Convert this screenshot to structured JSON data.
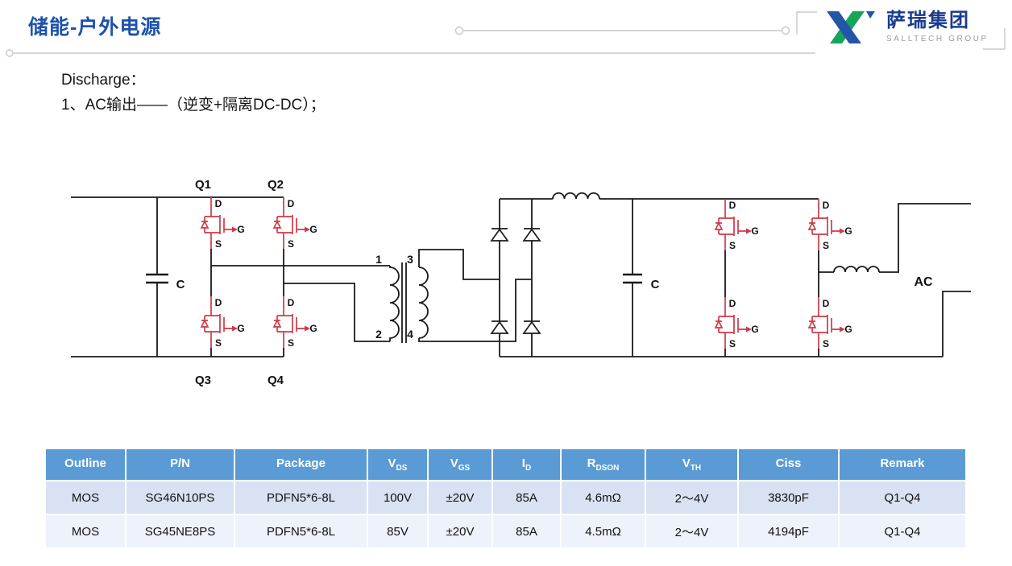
{
  "header": {
    "title": "储能-户外电源",
    "logo": {
      "name": "萨瑞集团",
      "subtitle": "SALLTECH GROUP"
    }
  },
  "content": {
    "line1": "Discharge：",
    "line2": "1、AC输出——（逆变+隔离DC-DC）；"
  },
  "circuit": {
    "pins": {
      "d": "D",
      "g": "G",
      "s": "S"
    },
    "labels": {
      "q1": "Q1",
      "q2": "Q2",
      "q3": "Q3",
      "q4": "Q4",
      "input_cap": "C",
      "bus_cap": "C",
      "ac_out": "AC",
      "p1": "1",
      "p2": "2",
      "p3": "3",
      "p4": "4"
    }
  },
  "table": {
    "headers": [
      {
        "main": "Outline",
        "sub": ""
      },
      {
        "main": "P/N",
        "sub": ""
      },
      {
        "main": "Package",
        "sub": ""
      },
      {
        "main": "V",
        "sub": "DS"
      },
      {
        "main": "V",
        "sub": "GS"
      },
      {
        "main": "I",
        "sub": "D"
      },
      {
        "main": "R",
        "sub": "DSON"
      },
      {
        "main": "V",
        "sub": "TH"
      },
      {
        "main": "Ciss",
        "sub": ""
      },
      {
        "main": "Remark",
        "sub": ""
      }
    ],
    "rows": [
      [
        "MOS",
        "SG46N10PS",
        "PDFN5*6-8L",
        "100V",
        "±20V",
        "85A",
        "4.6mΩ",
        "2～4V",
        "3830pF",
        "Q1-Q4"
      ],
      [
        "MOS",
        "SG45NE8PS",
        "PDFN5*6-8L",
        "85V",
        "±20V",
        "85A",
        "4.5mΩ",
        "2～4V",
        "4194pF",
        "Q1-Q4"
      ]
    ]
  }
}
